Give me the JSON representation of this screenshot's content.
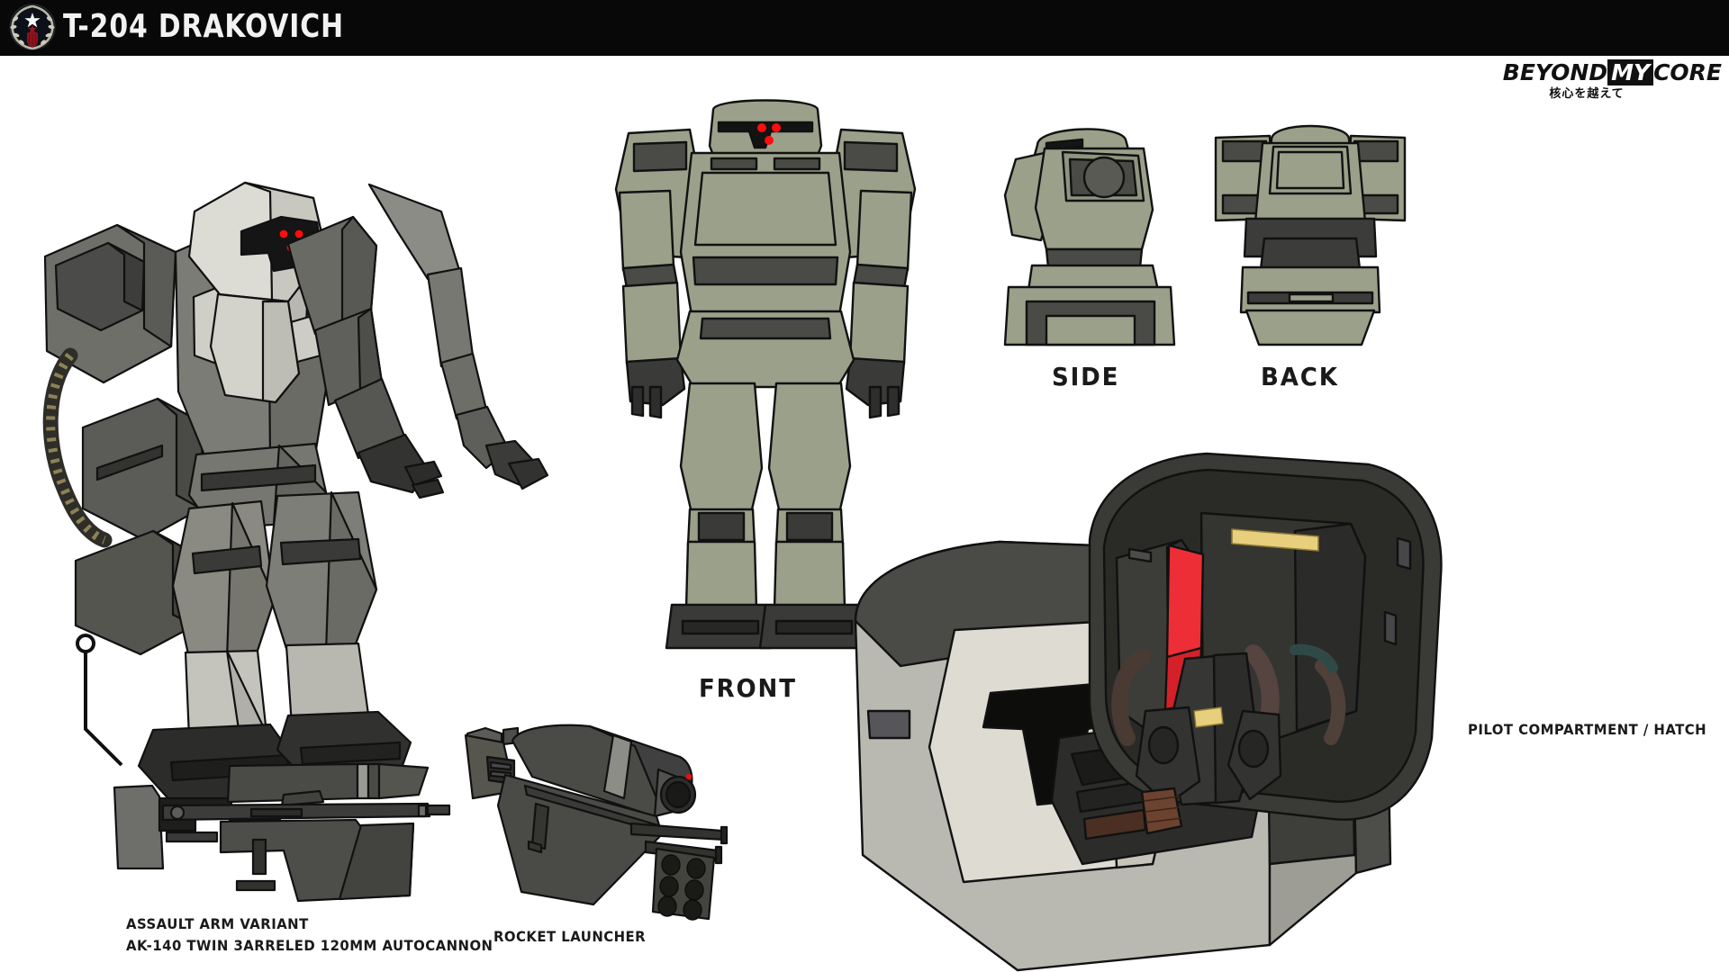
{
  "header": {
    "title": "T-204 DRAKOVICH",
    "emblem_name": "soviet-star-fist-laurel-emblem",
    "bg_color": "#080808",
    "text_color": "#f2f2f2"
  },
  "brand": {
    "word1": "BEYOND",
    "word2": "MY",
    "word3": "CORE",
    "subtitle_jp": "核心を越えて"
  },
  "views": {
    "three_quarter": {
      "label": "",
      "name": "three-quarter-hero-view"
    },
    "front": {
      "label": "FRONT"
    },
    "side": {
      "label": "SIDE"
    },
    "back": {
      "label": "BACK"
    }
  },
  "callouts": {
    "assault_arm_line1": "ASSAULT ARM VARIANT",
    "assault_arm_line2": "AK-140 TWIN 3ARRELED 120MM AUTOCANNON",
    "rocket_launcher": "ROCKET LAUNCHER",
    "pilot_compartment": "PILOT COMPARTMENT / HATCH"
  },
  "palette": {
    "armor_olive": "#9ba08a",
    "armor_olive_dark": "#7d8270",
    "armor_grey_light": "#d4d4cd",
    "armor_grey_mid": "#9a9a96",
    "armor_grey_dark": "#545451",
    "armor_charcoal": "#3c3c3c",
    "armor_black": "#2a2a2a",
    "visor_black": "#121212",
    "eye_red": "#f00000",
    "hatch_red_panel": "#e8323c",
    "amber_light": "#e8cf7a",
    "outline": "#111111",
    "background": "#ffffff"
  },
  "details": {
    "head_eyes_count": 3,
    "rocket_tubes_count": 6,
    "side_sensor": "circular-optic-port",
    "back_panel": "rectangular-access-panel"
  }
}
